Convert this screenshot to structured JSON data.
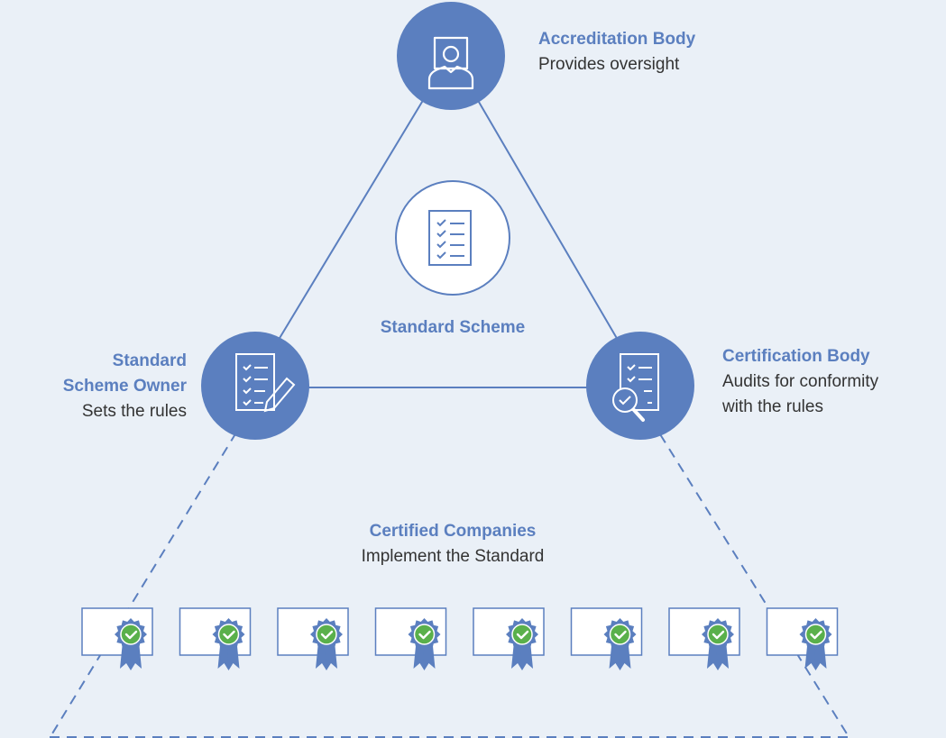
{
  "colors": {
    "background": "#eaf0f7",
    "node_fill": "#5b7fbf",
    "line": "#5b7fbf",
    "text_title": "#5b7fbf",
    "text_body": "#333333",
    "check_badge": "#5ab04b"
  },
  "nodes": {
    "accreditation_body": {
      "title": "Accreditation Body",
      "description": "Provides oversight",
      "icon": "person-frame-icon"
    },
    "standard_scheme": {
      "title": "Standard Scheme",
      "icon": "checklist-icon"
    },
    "scheme_owner": {
      "title_line1": "Standard",
      "title_line2": "Scheme Owner",
      "description": "Sets the rules",
      "icon": "checklist-pen-icon"
    },
    "certification_body": {
      "title": "Certification Body",
      "description_line1": "Audits for conformity",
      "description_line2": "with the rules",
      "icon": "checklist-magnifier-icon"
    },
    "certified_companies": {
      "title": "Certified Companies",
      "description": "Implement the Standard",
      "certificate_icon": "certificate-icon",
      "certificate_count": 8
    }
  }
}
